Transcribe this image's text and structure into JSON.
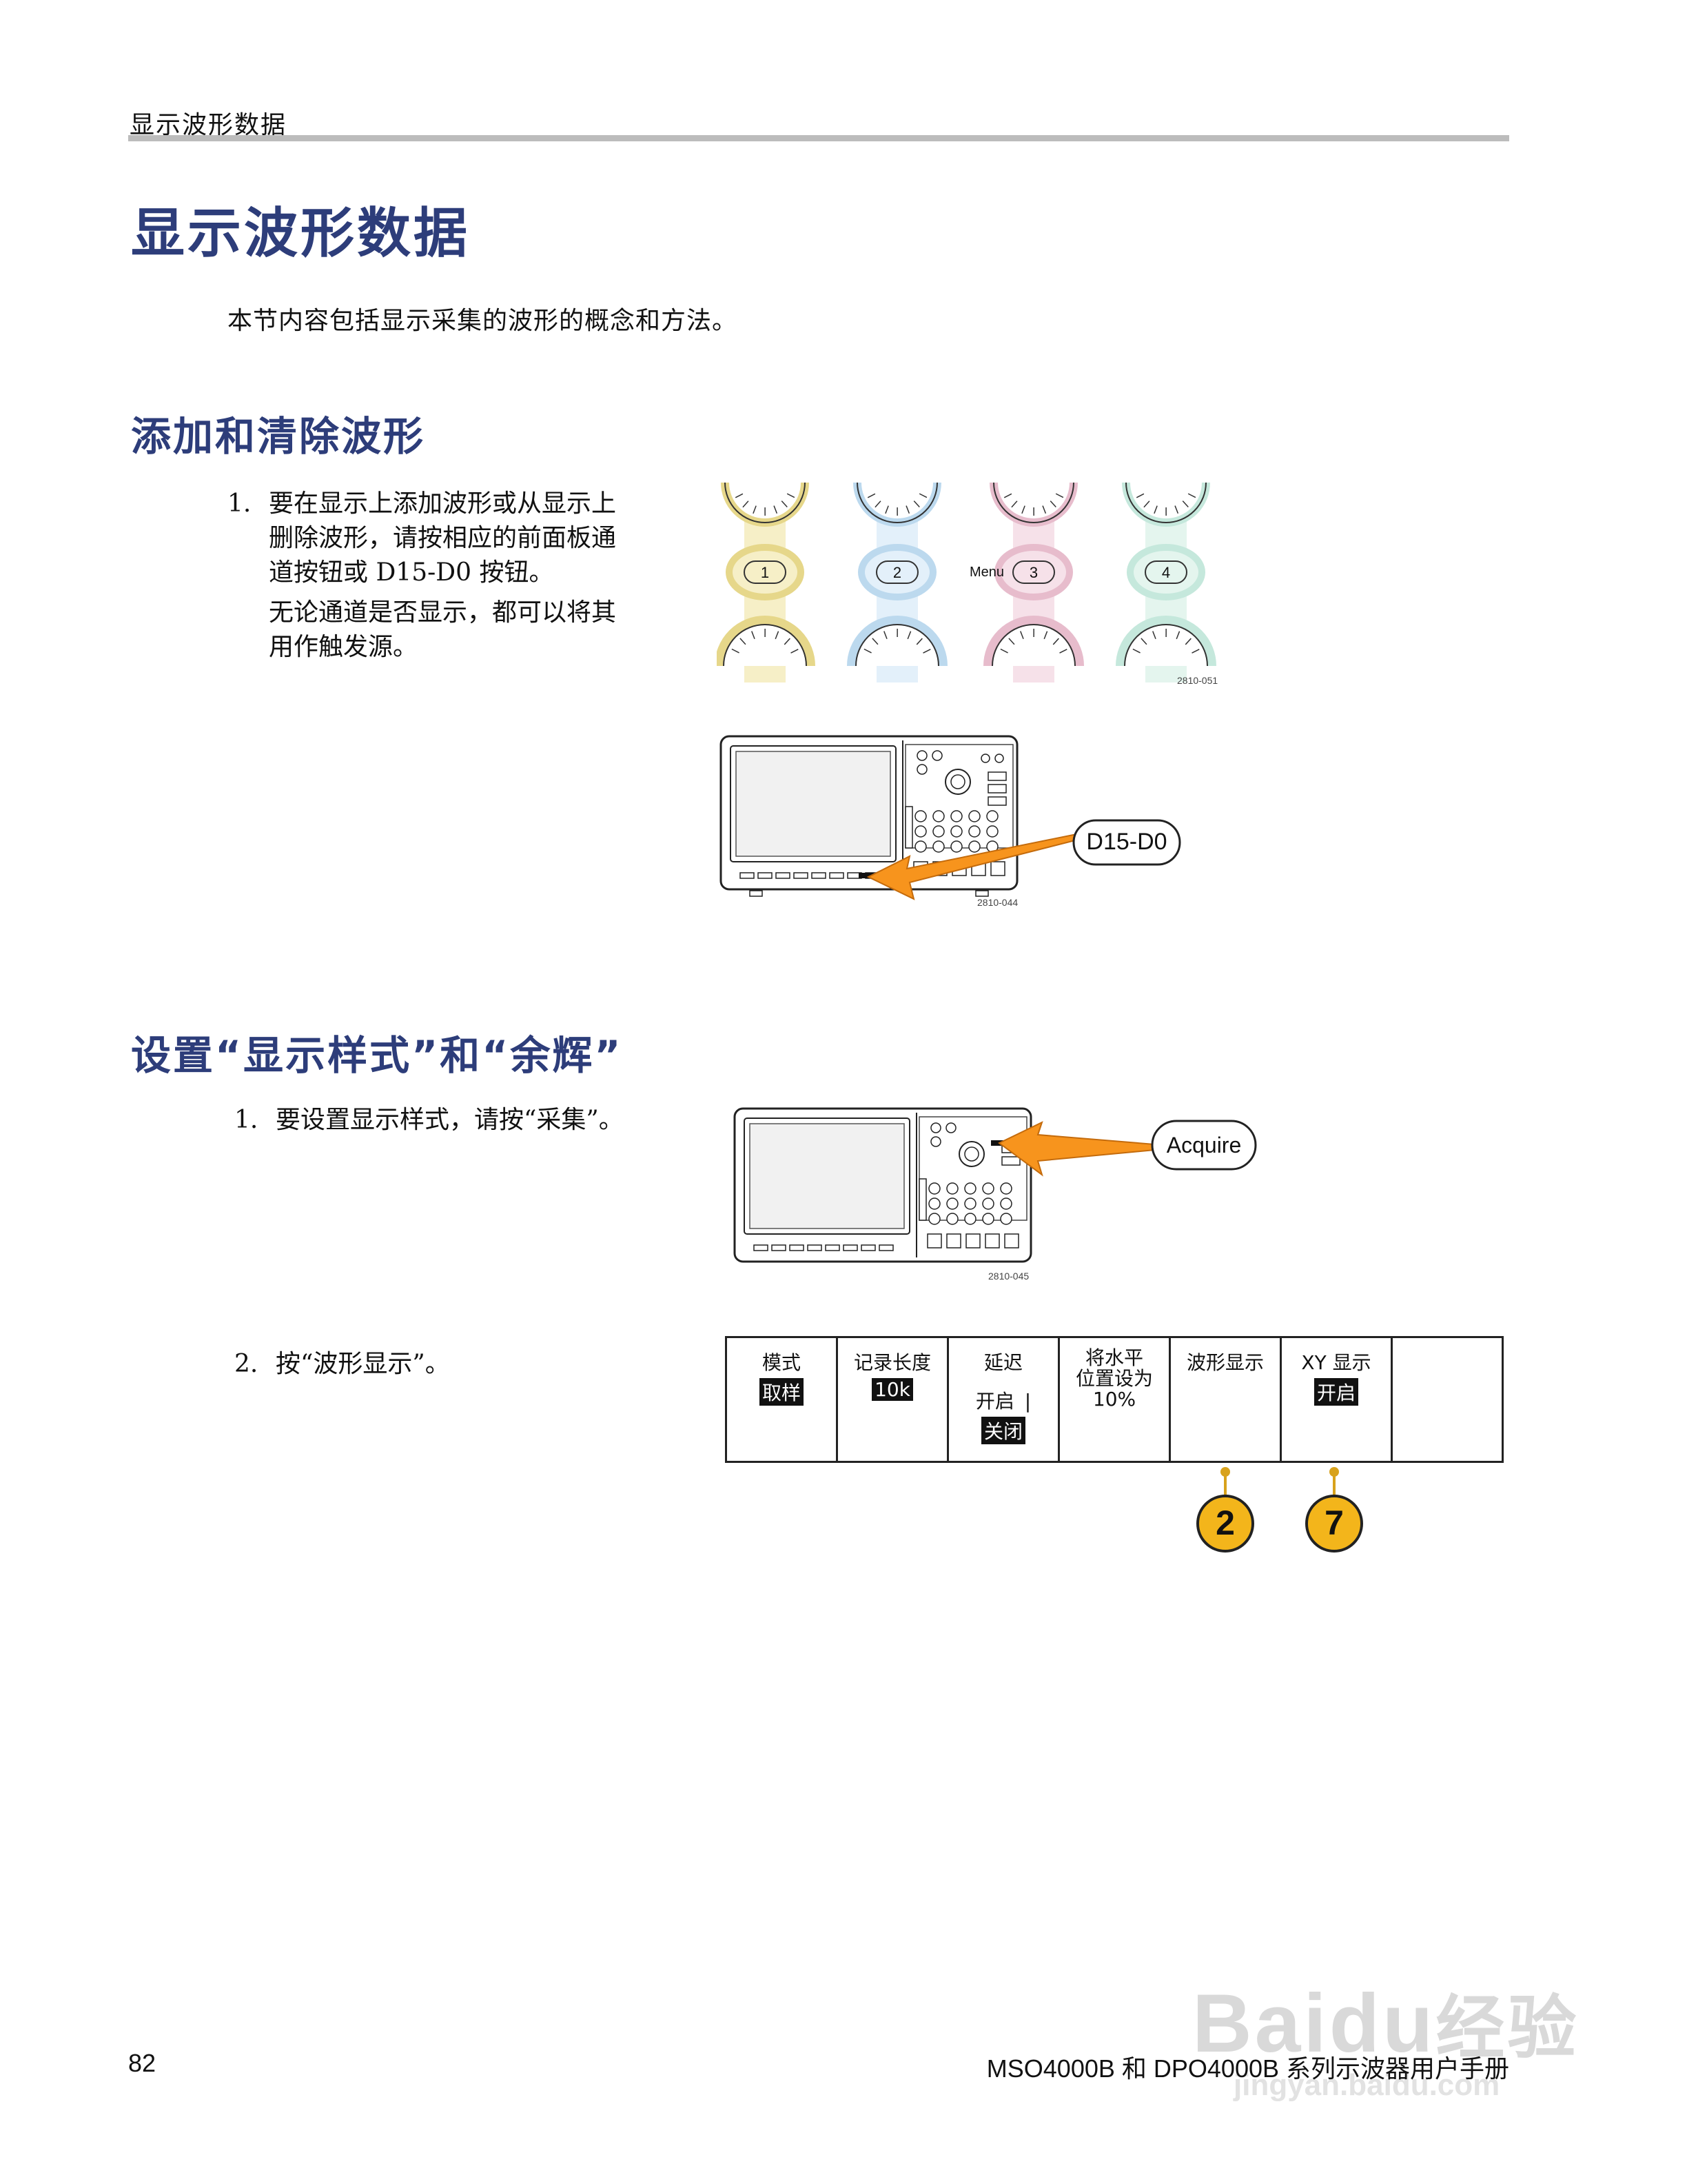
{
  "header": {
    "running_title": "显示波形数据"
  },
  "title": "显示波形数据",
  "intro": "本节内容包括显示采集的波形的概念和方法。",
  "section1": {
    "heading": "添加和清除波形",
    "step1_num": "1.",
    "step1_lines": [
      "要在显示上添加波形或从显示上",
      "删除波形，请按相应的前面板通",
      "道按钮或 D15-D0 按钮。"
    ],
    "step1_note_lines": [
      "无论通道是否显示，都可以将其",
      "用作触发源。"
    ],
    "channels": [
      {
        "label": "1",
        "color": "#e6d78a",
        "fill": "#f6efc7"
      },
      {
        "label": "2",
        "color": "#bcd9ee",
        "fill": "#e3f0fa"
      },
      {
        "label": "3",
        "color": "#e7bccc",
        "fill": "#f6e1e9"
      },
      {
        "label": "4",
        "color": "#c5e8dc",
        "fill": "#e4f5ee"
      }
    ],
    "menu_label": "Menu",
    "fig1_id": "2810-051",
    "fig2_callout": "D15-D0",
    "fig2_id": "2810-044"
  },
  "section2": {
    "heading": "设置“显示样式”和“余辉”",
    "step1_num": "1.",
    "step1": "要设置显示样式，请按“采集”。",
    "fig3_callout": "Acquire",
    "fig3_id": "2810-045",
    "step2_num": "2.",
    "step2": "按“波形显示”。",
    "menu": {
      "mode_label": "模式",
      "mode_value": "取样",
      "record_label": "记录长度",
      "record_value": "10k",
      "delay_label": "延迟",
      "delay_on": "开启",
      "delay_sep": "|",
      "delay_off": "关闭",
      "hpos_line1": "将水平",
      "hpos_line2": "位置设为",
      "hpos_line3": "10%",
      "waveform_label": "波形显示",
      "xy_label": "XY 显示",
      "xy_value": "开启"
    },
    "badges": [
      "2",
      "7"
    ]
  },
  "colors": {
    "heading": "#2d3d7a",
    "arrow": "#f7941d",
    "badge": "#f3b51b"
  },
  "footer": {
    "page_number": "82",
    "manual_title": "MSO4000B 和 DPO4000B 系列示波器用户手册"
  },
  "watermark": {
    "brand": "Baidu",
    "suffix": "经验",
    "url": "jingyan.baidu.com"
  }
}
